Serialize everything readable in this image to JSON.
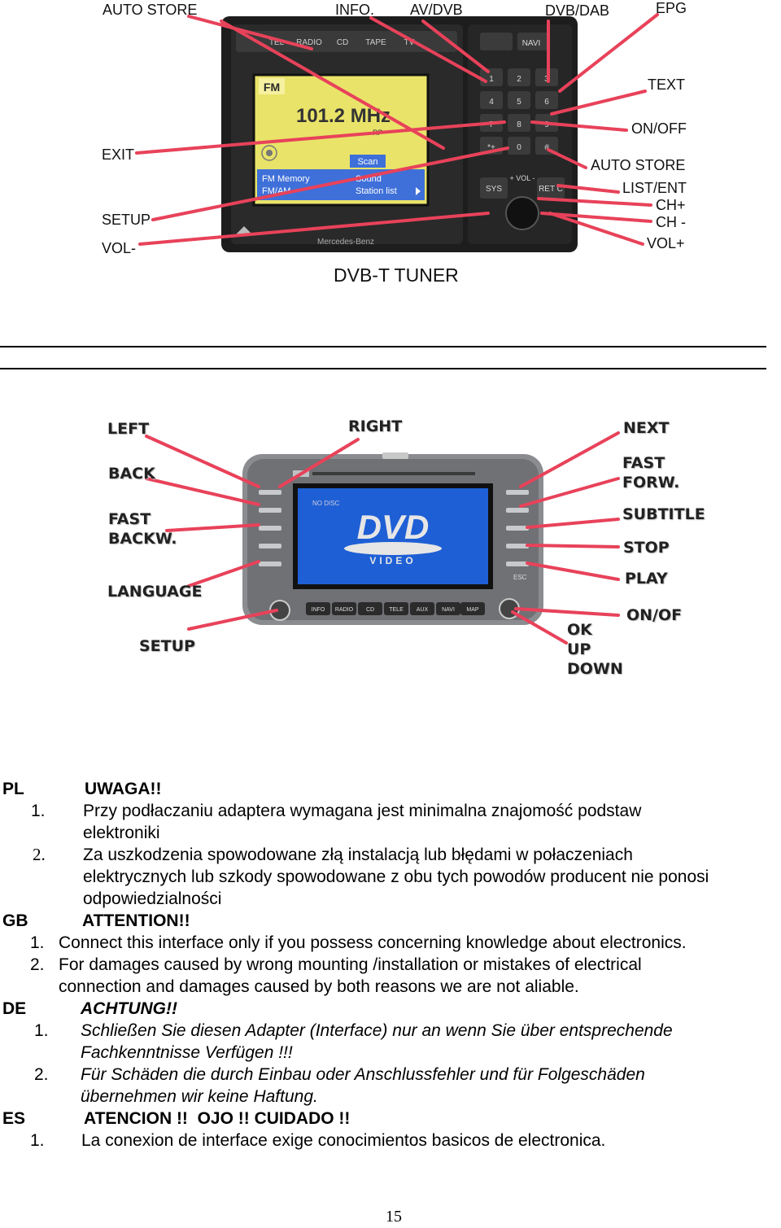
{
  "figure1": {
    "top_labels": [
      "AUTO STORE",
      "INFO.",
      "AV/DVB",
      "DVB/DAB",
      "EPG"
    ],
    "left_labels": [
      "EXIT",
      "SETUP",
      "VOL-"
    ],
    "right_labels": [
      "TEXT",
      "ON/OFF",
      "AUTO STORE",
      "LIST/ENT",
      "CH+",
      "CH -",
      "VOL+"
    ],
    "caption": "DVB-T TUNER",
    "unit_buttons": [
      "TEL",
      "RADIO",
      "CD",
      "TAPE",
      "TV"
    ],
    "screen": {
      "band": "FM",
      "frequency": "101.2 MHz",
      "rp": "RP",
      "scan": "Scan",
      "menu_left": [
        "FM Memory",
        "FM/AM"
      ],
      "menu_right": [
        "Sound",
        "Station list"
      ]
    },
    "keypad": [
      "1",
      "2",
      "3",
      "4",
      "5",
      "6",
      "7",
      "8",
      "9",
      "*+",
      "0",
      "#"
    ],
    "side_keys": [
      "NAVI",
      "SYS",
      "+ VOL -",
      "RET C"
    ],
    "brand": "Mercedes-Benz",
    "colors": {
      "arrow": "#e8425a",
      "screen": "#e9e36a",
      "unit": "#1d1d1d"
    }
  },
  "figure2": {
    "left_labels": [
      "LEFT",
      "BACK",
      "FAST\nBACKW.",
      "LANGUAGE",
      "SETUP"
    ],
    "top_label": "RIGHT",
    "right_labels": [
      "NEXT",
      "FAST\nFORW.",
      "SUBTITLE",
      "STOP",
      "PLAY",
      "ON/OF"
    ],
    "bottom_label": "OK\nUP\nDOWN",
    "screen": {
      "status": "NO DISC",
      "logo": "DVD",
      "sub": "VIDEO"
    },
    "bottom_buttons": [
      "INFO",
      "RADIO",
      "CD",
      "TELE",
      "AUX",
      "NAVI",
      "MAP"
    ],
    "esc": "ESC",
    "colors": {
      "arrow": "#e8425a",
      "screen": "#1f5fd6"
    }
  },
  "notes": {
    "pl": {
      "code": "PL",
      "title": "UWAGA!!",
      "items": [
        {
          "num": "1.",
          "lines": [
            "Przy podłaczaniu adaptera wymagana jest minimalna znajomość podstaw",
            "elektroniki"
          ]
        },
        {
          "num": "2.",
          "lines": [
            "Za uszkodzenia spowodowane złą instalacją lub błędami w połaczeniach",
            "elektrycznych lub szkody spowodowane z obu tych powodów producent nie ponosi",
            "odpowiedzialności"
          ]
        }
      ]
    },
    "gb": {
      "code": "GB",
      "title": "ATTENTION!!",
      "items": [
        {
          "num": "1.",
          "lines": [
            "Connect this interface only if you possess concerning knowledge about electronics."
          ]
        },
        {
          "num": "2.",
          "lines": [
            "For damages caused by wrong mounting /installation or mistakes of electrical",
            "connection and damages caused by both reasons we are not aliable."
          ]
        }
      ]
    },
    "de": {
      "code": "DE",
      "title": "ACHTUNG!!",
      "items": [
        {
          "num": "1.",
          "lines": [
            "Schließen Sie diesen Adapter (Interface) nur an wenn Sie über entsprechende",
            "Fachkenntnisse Verfügen !!!"
          ]
        },
        {
          "num": "2.",
          "lines": [
            "Für Schäden die durch Einbau oder Anschlussfehler und für Folgeschäden",
            "übernehmen wir keine Haftung."
          ]
        }
      ]
    },
    "es": {
      "code": "ES",
      "title": "ATENCION !!  OJO !! CUIDADO !!",
      "items": [
        {
          "num": "1.",
          "lines": [
            "La conexion de interface exige conocimientos basicos de electronica."
          ]
        }
      ]
    }
  },
  "page_number": "15"
}
